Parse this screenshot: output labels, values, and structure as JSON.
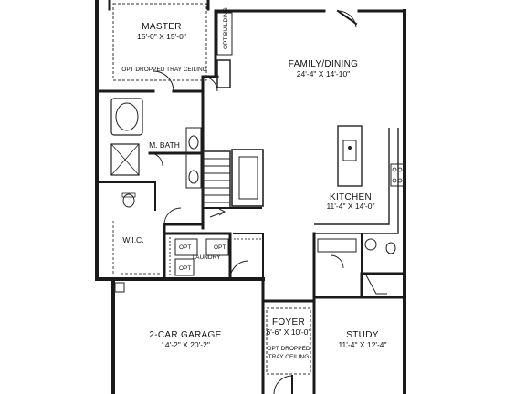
{
  "rooms": {
    "master": {
      "name": "MASTER",
      "dims": "15'-0\" X 15'-0\""
    },
    "family": {
      "name": "FAMILY/DINING",
      "dims": "24'-4\" X 14'-10\""
    },
    "mbath": {
      "name": "M. BATH"
    },
    "kitchen": {
      "name": "KITCHEN",
      "dims": "11'-4\" X 14'-0\""
    },
    "wic": {
      "name": "W.I.C."
    },
    "laundry": {
      "name": "LAUNDRY"
    },
    "garage": {
      "name": "2-CAR GARAGE",
      "dims": "14'-2\" X 20'-2\""
    },
    "foyer": {
      "name": "FOYER",
      "dims": "6'-6\" X 10'-0\""
    },
    "study": {
      "name": "STUDY",
      "dims": "11'-4\" X 12'-4\""
    }
  },
  "notes": {
    "master_ceiling": "OPT DROPPED TRAY CEILING",
    "foyer_ceiling_1": "OPT DROPPED",
    "foyer_ceiling_2": "TRAY CEILING",
    "opt_building": "OPT BUILDING",
    "opt_a": "OPT",
    "opt_b": "OPT",
    "opt_c": "OPT"
  }
}
